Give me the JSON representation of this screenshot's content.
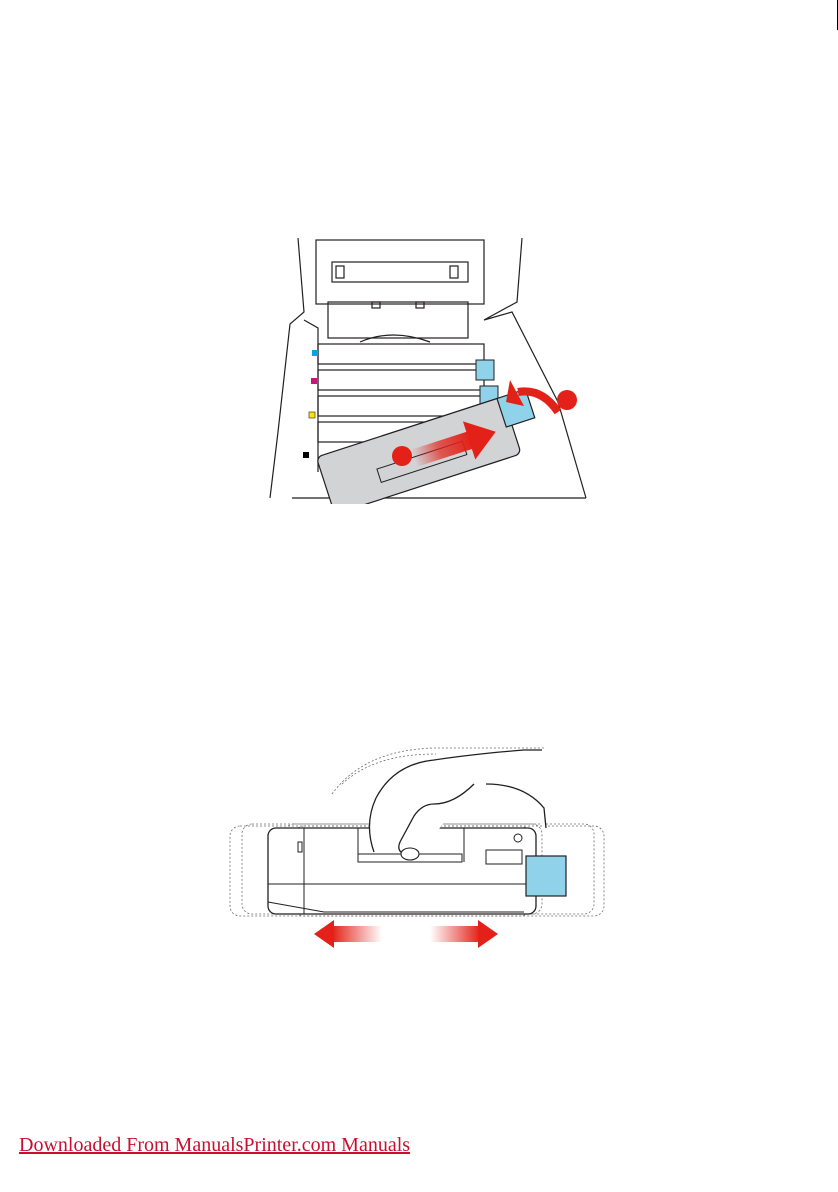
{
  "illustrations": {
    "printer": {
      "icon": "printer-open-drum-removal-illustration"
    },
    "cartridge": {
      "icon": "drum-cartridge-shake-illustration"
    }
  },
  "colors": {
    "accent_red": "#e32119",
    "toner_blue": "#8fd2ea",
    "outline": "#231f20",
    "link_red": "#c8102e",
    "cyan": "#00a8e0",
    "magenta": "#d0137b",
    "yellow": "#ffe600",
    "black": "#000000"
  },
  "footer": {
    "link_text": "Downloaded From ManualsPrinter.com Manuals"
  }
}
